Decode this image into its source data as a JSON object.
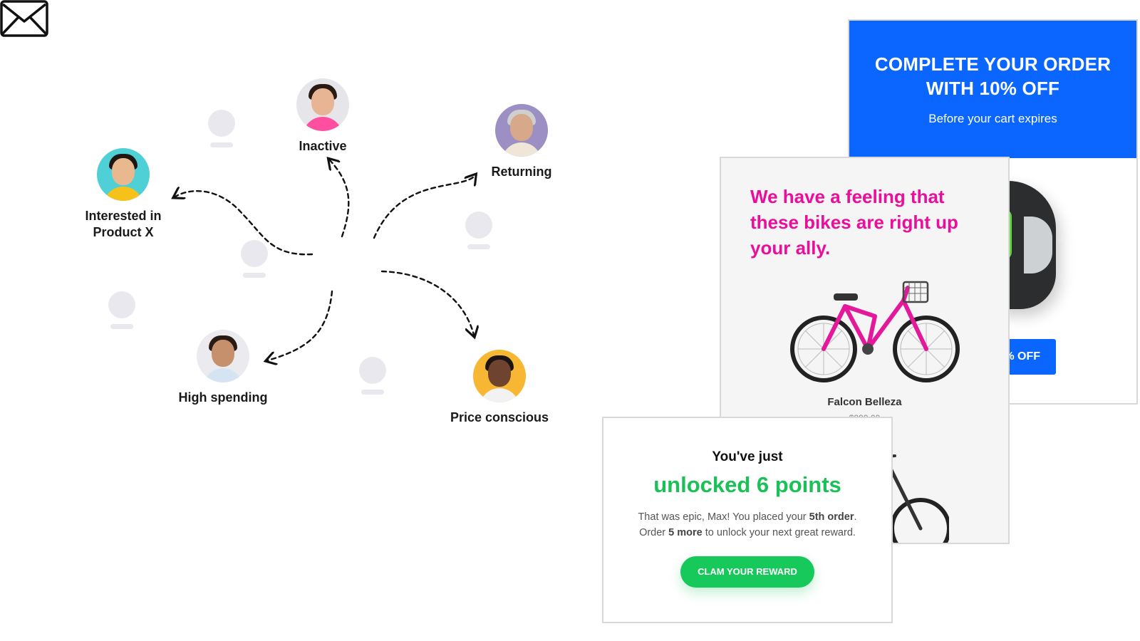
{
  "segments": [
    {
      "id": "interested",
      "label_line1": "Interested in",
      "label_line2": "Product X",
      "bg": "#4fd0d6",
      "skin": "#e9b88f",
      "hair": "#1e1613",
      "shirt": "#f6c21a"
    },
    {
      "id": "inactive",
      "label_line1": "Inactive",
      "bg": "#e6e6ea",
      "skin": "#e7b594",
      "hair": "#2a1a14",
      "shirt": "#ff4fa0"
    },
    {
      "id": "returning",
      "label_line1": "Returning",
      "bg": "#9b8fc4",
      "skin": "#d7a98a",
      "hair": "#cfcfcf",
      "shirt": "#efe6d8"
    },
    {
      "id": "high_spending",
      "label_line1": "High spending",
      "bg": "#ebebef",
      "skin": "#c6906c",
      "hair": "#2a1a14",
      "shirt": "#d5e4f2"
    },
    {
      "id": "price_conscious",
      "label_line1": "Price conscious",
      "bg": "#f7b733",
      "skin": "#6e4431",
      "hair": "#1b1411",
      "shirt": "#f2f2f2"
    }
  ],
  "icons": {
    "center": "envelope-icon",
    "placeholder": "user-placeholder-icon"
  },
  "blue_card": {
    "title_line1": "COMPLETE YOUR ORDER",
    "title_line2": "WITH 10% OFF",
    "subtitle": "Before your cart expires",
    "button_label": "0% OFF",
    "accent": "#0a66ff"
  },
  "gray_card": {
    "title": "We have a feeling that these bikes are right up your ally.",
    "product_name": "Falcon Belleza",
    "product_price": "$999.00",
    "accent": "#e90e9b"
  },
  "white_card": {
    "pre": "You've just",
    "headline": "unlocked 6 points",
    "body_a": "That was epic, Max! You placed your ",
    "body_b": "5th order",
    "body_c": ".",
    "body_d": "Order ",
    "body_e": "5 more",
    "body_f": " to unlock your next great reward.",
    "button_label": "CLAM YOUR REWARD",
    "accent": "#16c95a"
  }
}
